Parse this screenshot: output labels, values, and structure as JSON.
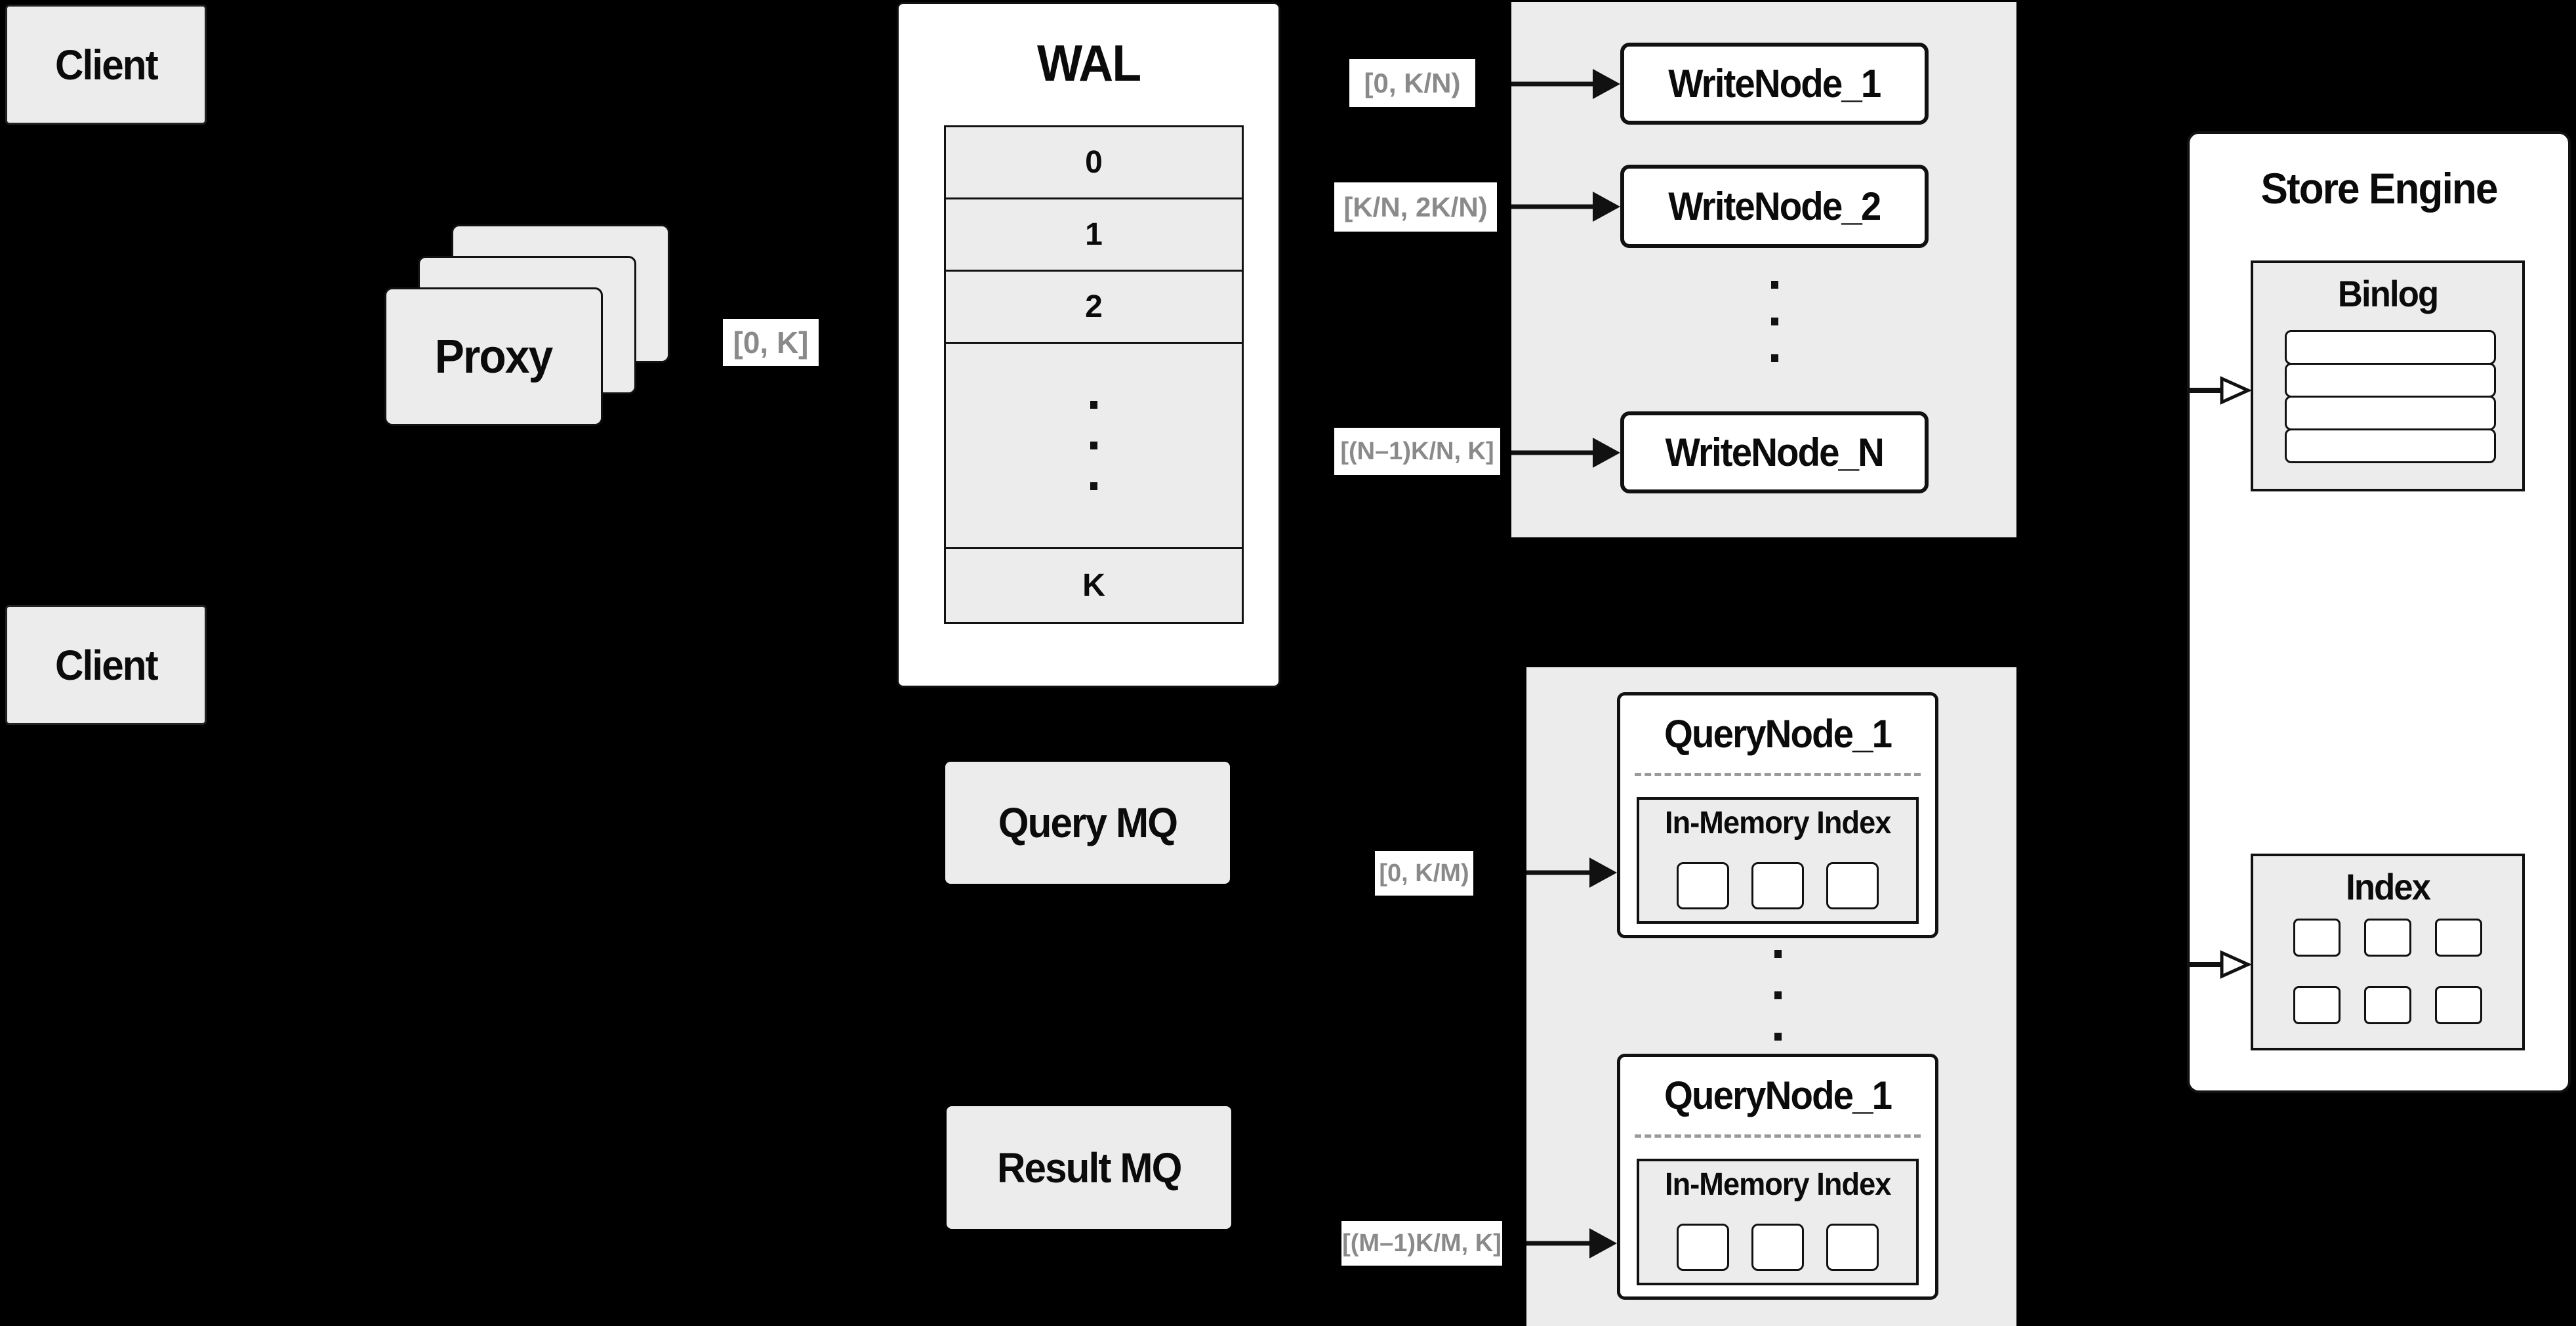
{
  "diagram": {
    "client_top": "Client",
    "client_bottom": "Client",
    "proxy": "Proxy",
    "wal": {
      "title": "WAL",
      "row_0": "0",
      "row_1": "1",
      "row_2": "2",
      "row_k": "K"
    },
    "write_nodes": {
      "node_1": "WriteNode_1",
      "node_2": "WriteNode_2",
      "node_n": "WriteNode_N"
    },
    "query_nodes": {
      "top_title": "QueryNode_1",
      "bottom_title": "QueryNode_1",
      "in_memory_top": "In-Memory Index",
      "in_memory_bottom": "In-Memory Index"
    },
    "mq": {
      "query": "Query MQ",
      "result": "Result MQ"
    },
    "store_engine": {
      "title": "Store Engine",
      "binlog": "Binlog",
      "index": "Index"
    },
    "range_labels": {
      "proxy_to_wal": "[0, K]",
      "write_1": "[0, K/N)",
      "write_2": "[K/N, 2K/N)",
      "write_n": "[(N–1)K/N, K]",
      "query_1": "[0, K/M)",
      "query_m": "[(M–1)K/M, K]"
    },
    "colors": {
      "background": "#000000",
      "panel_gray": "#ececec",
      "node_fill": "#ffffff",
      "line_black": "#111111",
      "range_text_gray": "#8a8a8a"
    }
  }
}
